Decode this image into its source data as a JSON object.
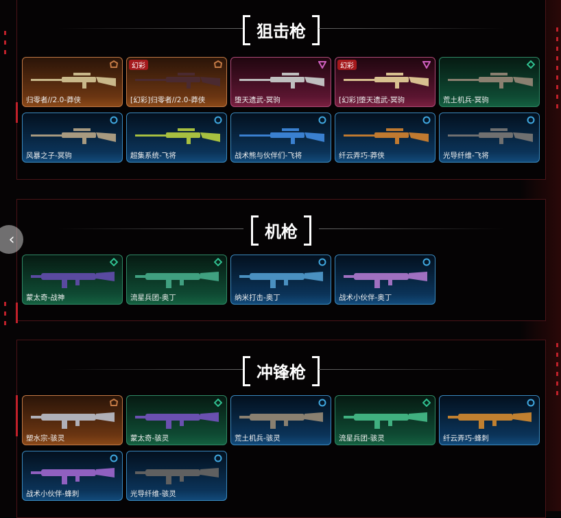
{
  "colors": {
    "orange": "#c47a45",
    "pink": "#b04a78",
    "green": "#2f8a66",
    "blue": "#3a8ac0",
    "accent": "#c0202a"
  },
  "nav": {
    "prev_icon": "‹"
  },
  "sections": [
    {
      "title": "狙击枪",
      "items": [
        {
          "name": "归零者//2.0-莽侠",
          "tier": "orange",
          "gun": "#c9b88a"
        },
        {
          "name": "[幻彩]归零者//2.0-莽侠",
          "tier": "orange",
          "badge": "幻彩",
          "gun": "#4a2a30"
        },
        {
          "name": "堕天遗武-冥驹",
          "tier": "pink",
          "gun": "#bfbfbf"
        },
        {
          "name": "[幻彩]堕天遗武-冥驹",
          "tier": "pink",
          "badge": "幻彩",
          "gun": "#d8c090"
        },
        {
          "name": "荒土机兵-冥驹",
          "tier": "green",
          "gun": "#8a8070"
        },
        {
          "name": "风暴之子-冥驹",
          "tier": "blue",
          "gun": "#a89a80"
        },
        {
          "name": "超集系统-飞将",
          "tier": "blue",
          "gun": "#a8c040"
        },
        {
          "name": "战术熊与伙伴们-飞将",
          "tier": "blue",
          "gun": "#3a80d0"
        },
        {
          "name": "纤云弄巧-莽侠",
          "tier": "blue",
          "gun": "#c07a30"
        },
        {
          "name": "光导纤维-飞将",
          "tier": "blue",
          "gun": "#707070"
        }
      ]
    },
    {
      "title": "机枪",
      "items": [
        {
          "name": "蒙太奇-战神",
          "tier": "green",
          "gun": "#5a4aa0"
        },
        {
          "name": "流星兵团-奥丁",
          "tier": "green",
          "gun": "#40a080"
        },
        {
          "name": "纳米打击-奥丁",
          "tier": "blue",
          "gun": "#4a90c0"
        },
        {
          "name": "战术小伙伴-奥丁",
          "tier": "blue",
          "gun": "#a070c0"
        }
      ]
    },
    {
      "title": "冲锋枪",
      "items": [
        {
          "name": "塑水宗-骇灵",
          "tier": "orange",
          "gun": "#b0b0b8"
        },
        {
          "name": "蒙太奇-骇灵",
          "tier": "green",
          "gun": "#6a50b0"
        },
        {
          "name": "荒土机兵-骇灵",
          "tier": "blue",
          "gun": "#8a8070"
        },
        {
          "name": "流星兵团-骇灵",
          "tier": "green",
          "gun": "#40b080"
        },
        {
          "name": "纤云弄巧-蜂刺",
          "tier": "blue",
          "gun": "#c08030"
        },
        {
          "name": "战术小伙伴-蜂刺",
          "tier": "blue",
          "gun": "#9060c0"
        },
        {
          "name": "光导纤维-骇灵",
          "tier": "blue",
          "gun": "#606060"
        }
      ]
    }
  ]
}
